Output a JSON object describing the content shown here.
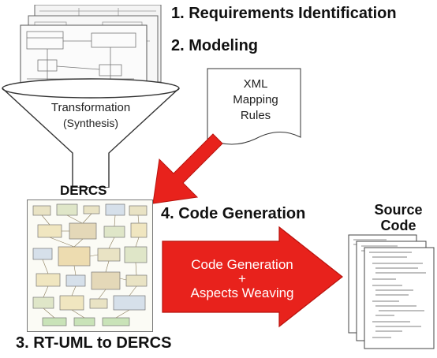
{
  "steps": {
    "s1": "1. Requirements Identification",
    "s2": "2. Modeling",
    "s3": "3. RT-UML to DERCS",
    "s4": "4. Code Generation"
  },
  "funnel": {
    "title": "Transformation",
    "subtitle": "(Synthesis)"
  },
  "xml_doc": {
    "line1": "XML",
    "line2": "Mapping",
    "line3": "Rules"
  },
  "dercs": {
    "title": "DERCS"
  },
  "big_arrow": {
    "line1": "Code Generation",
    "line2": "+",
    "line3": "Aspects Weaving"
  },
  "source_code": {
    "line1": "Source",
    "line2": "Code"
  },
  "colors": {
    "arrow_red": "#e8221c",
    "arrow_dark": "#b8120c",
    "text": "#111111",
    "line_gray": "#555555"
  }
}
